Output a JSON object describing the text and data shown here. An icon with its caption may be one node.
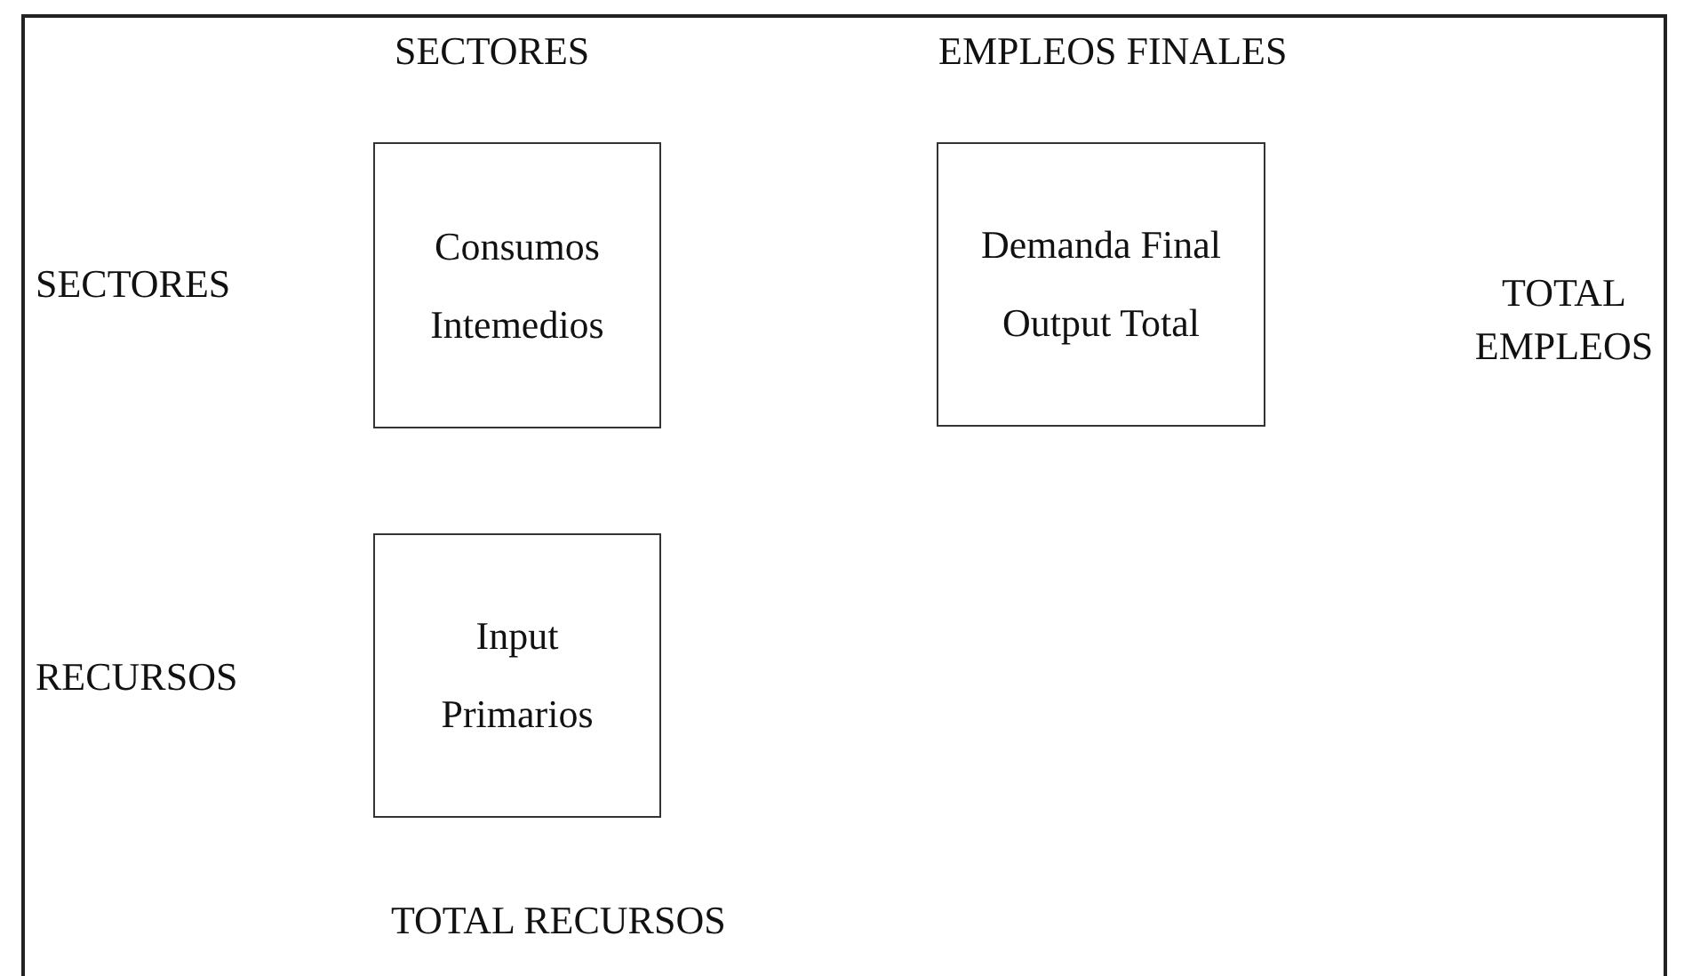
{
  "diagram": {
    "nodes": [
      {
        "text": [
          "Consumos Intemedios"
        ]
      },
      {
        "text": [
          "Demanda Final Output Total"
        ]
      },
      {
        "text": [
          "Input Primarios"
        ]
      }
    ],
    "labels": [
      "SECTORES",
      "EMPLEOS FINALES",
      "SECTORES",
      "TOTAL EMPLEOS",
      "RECURSOS",
      "TOTAL RECURSOS"
    ]
  }
}
